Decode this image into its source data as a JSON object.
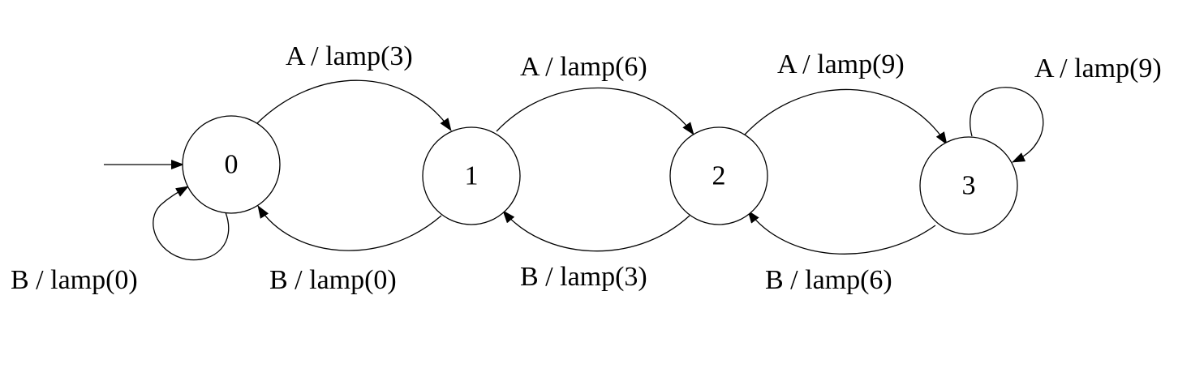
{
  "diagram": {
    "type": "finite-state-machine",
    "initial_state": "0",
    "states": [
      {
        "id": "s0",
        "label": "0"
      },
      {
        "id": "s1",
        "label": "1"
      },
      {
        "id": "s2",
        "label": "2"
      },
      {
        "id": "s3",
        "label": "3"
      }
    ],
    "transitions": [
      {
        "from": "0",
        "to": "1",
        "label": "A / lamp(3)"
      },
      {
        "from": "1",
        "to": "2",
        "label": "A / lamp(6)"
      },
      {
        "from": "2",
        "to": "3",
        "label": "A / lamp(9)"
      },
      {
        "from": "3",
        "to": "3",
        "label": "A / lamp(9)"
      },
      {
        "from": "0",
        "to": "0",
        "label": "B / lamp(0)"
      },
      {
        "from": "1",
        "to": "0",
        "label": "B / lamp(0)"
      },
      {
        "from": "2",
        "to": "1",
        "label": "B / lamp(3)"
      },
      {
        "from": "3",
        "to": "2",
        "label": "B / lamp(6)"
      }
    ],
    "colors": {
      "stroke": "#000000",
      "background": "#ffffff"
    }
  }
}
